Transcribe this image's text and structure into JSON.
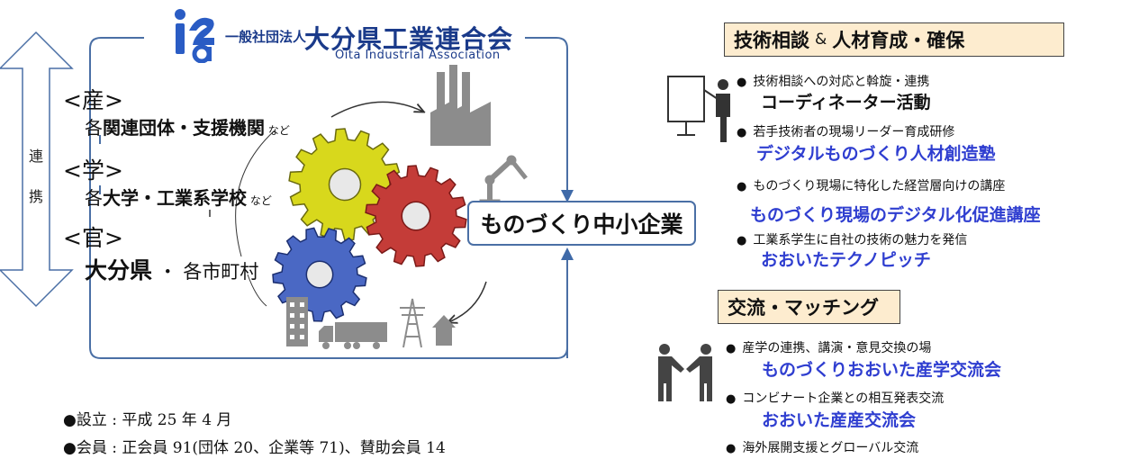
{
  "organization": {
    "prefix": "一般社団法人",
    "name": "大分県工業連合会",
    "name_en": "Oita Industrial Association",
    "logo_text": "i2a"
  },
  "side_label": [
    "連",
    "携"
  ],
  "sectors": {
    "industry": {
      "heading": "<産>",
      "line_prefix": "各",
      "line_bold": "関連団体・支援機関",
      "line_suffix": " など"
    },
    "academia": {
      "heading": "<学>",
      "line_prefix": "各",
      "line_bold": "大学・工業系学校",
      "line_suffix": " など"
    },
    "government": {
      "heading": "<官>",
      "line_bold": "大分県",
      "line_suffix": " ・ 各市町村"
    }
  },
  "center_box": "ものづくり中小企業",
  "info": {
    "established": "●設立 : 平成 25 年 4 月",
    "members": "●会員 : 正会員 91(団体 20、企業等 71)、賛助会員 14"
  },
  "sections": [
    {
      "title_a": "技術相談",
      "title_amp": "&",
      "title_b": "人材育成・確保",
      "items": [
        {
          "desc": "技術相談への対応と斡旋・連携",
          "program": "コーディネーター活動"
        },
        {
          "desc": "若手技術者の現場リーダー育成研修",
          "program": "デジタルものづくり人材創造塾"
        },
        {
          "desc": "ものづくり現場に特化した経営層向けの講座",
          "program": "ものづくり現場のデジタル化促進講座"
        },
        {
          "desc": "工業系学生に自社の技術の魅力を発信",
          "program": "おおいたテクノピッチ"
        }
      ]
    },
    {
      "title": "交流・マッチング",
      "items": [
        {
          "desc": "産学の連携、講演・意見交換の場",
          "program": "ものづくりおおいた産学交流会"
        },
        {
          "desc": "コンビナート企業との相互発表交流",
          "program": "おおいた産産交流会"
        },
        {
          "desc": "海外展開支援とグローバル交流"
        }
      ]
    }
  ],
  "colors": {
    "brand_blue": "#1a3a8a",
    "program_blue": "#2f3ed0",
    "section_bg": "#fdeccf",
    "gear_yellow": "#d8d81c",
    "gear_red": "#c43c38",
    "gear_blue": "#4a68c4",
    "icon_gray": "#8c8c8c"
  }
}
